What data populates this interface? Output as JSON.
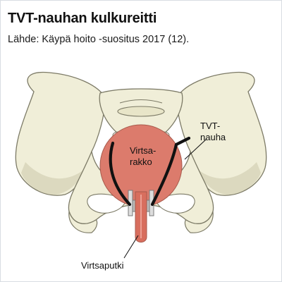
{
  "header": {
    "title": "TVT-nauhan kulkureitti",
    "source": "Lähde: Käypä hoito -suositus 2017 (12)."
  },
  "labels": {
    "bladder_line1": "Virtsa-",
    "bladder_line2": "rakko",
    "tape_line1": "TVT-",
    "tape_line2": "nauha",
    "urethra": "Virtsaputki"
  },
  "colors": {
    "bone_fill": "#f0eed8",
    "bone_shade": "#dcd9bf",
    "bone_outline": "#7c7a66",
    "bladder": "#dc7b6c",
    "urethra": "#d86e5e",
    "tape": "#111111",
    "sling": "#b9b9b9"
  }
}
